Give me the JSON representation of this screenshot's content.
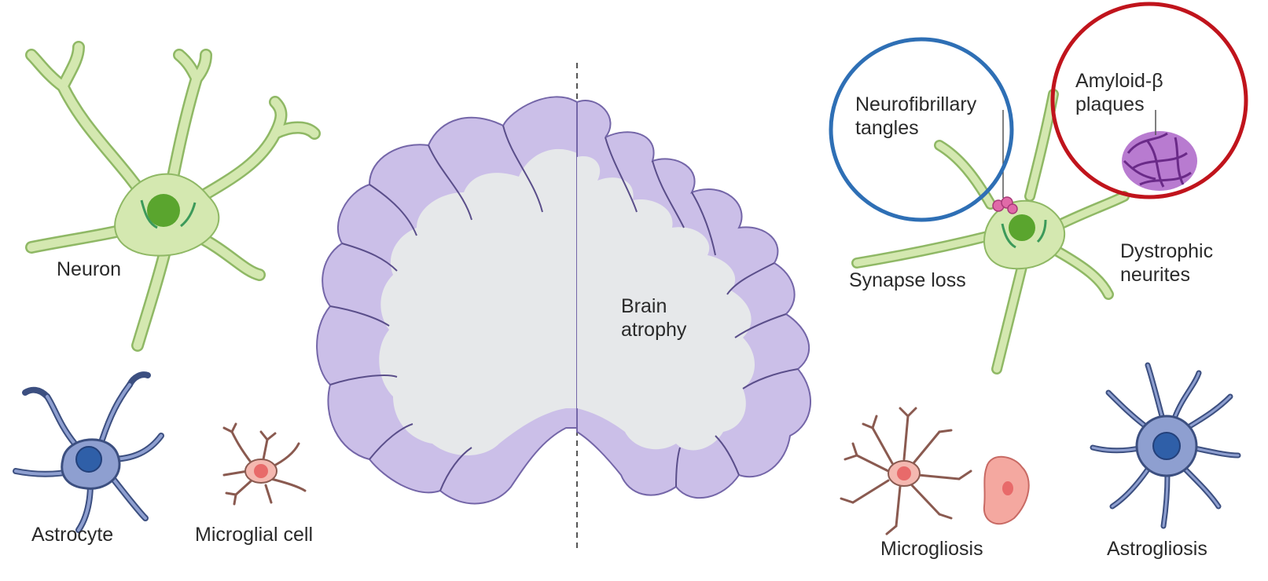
{
  "labels": {
    "neuron": "Neuron",
    "astrocyte": "Astrocyte",
    "microglial_cell": "Microglial cell",
    "brain_atrophy_line1": "Brain",
    "brain_atrophy_line2": "atrophy",
    "neurofibrillary_line1": "Neurofibrillary",
    "neurofibrillary_line2": "tangles",
    "amyloid_line1": "Amyloid-β",
    "amyloid_line2": "plaques",
    "dystrophic_line1": "Dystrophic",
    "dystrophic_line2": "neurites",
    "synapse_loss": "Synapse loss",
    "microgliosis": "Microgliosis",
    "astrogliosis": "Astrogliosis"
  },
  "colors": {
    "neuron_body": "#d4e8b0",
    "neuron_outline": "#8fb865",
    "nucleus": "#5aa52e",
    "astrocyte_body": "#8e9fd0",
    "astrocyte_outline": "#3c4f80",
    "astro_nucleus": "#2f5fa8",
    "microglia_body": "#f4b8b0",
    "microglia_outline": "#8a5a50",
    "microglia_nucleus": "#e86a6a",
    "cortex": "#cbbfe8",
    "cortex_outline": "#7466a8",
    "white_matter": "#e6e8ea",
    "plaque": "#8a3fa6",
    "tangle": "#e06aa8",
    "highlight_blue": "#2e6fb5",
    "highlight_red": "#c0141c",
    "divider": "#555555"
  }
}
